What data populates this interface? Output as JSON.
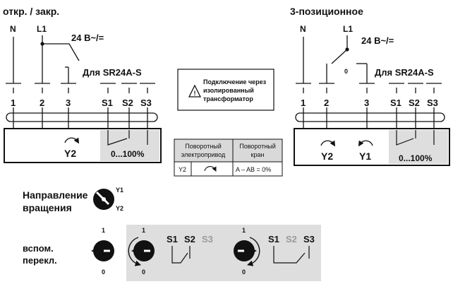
{
  "left": {
    "title": "откр. / закр.",
    "terminals_top": [
      "N",
      "L1"
    ],
    "supply": "24 B~/=",
    "device": "Для SR24A-S",
    "nums": [
      "1",
      "2",
      "3"
    ],
    "aux": [
      "S1",
      "S2",
      "S3"
    ],
    "y2": "Y2",
    "range": "0...100%"
  },
  "right": {
    "title": "3-позиционное",
    "terminals_top": [
      "N",
      "L1"
    ],
    "supply": "24 B~/=",
    "device": "Для SR24A-S",
    "zero": "0",
    "nums": [
      "1",
      "2",
      "3"
    ],
    "aux": [
      "S1",
      "S2",
      "S3"
    ],
    "y2": "Y2",
    "y1": "Y1",
    "range": "0...100%"
  },
  "warning": [
    "Подключение через",
    "изолированный",
    "трансформатор"
  ],
  "table": {
    "headers": [
      [
        "Поворотный",
        "электропривод"
      ],
      [
        "Поворотный",
        "кран"
      ]
    ],
    "row": {
      "label": "Y2",
      "value": "A – AB = 0%"
    }
  },
  "direction": {
    "label": [
      "Направление",
      "вращения"
    ],
    "y1": "Y1",
    "y2": "Y2"
  },
  "aux_switch": {
    "label": [
      "вспом.",
      "перекл."
    ],
    "top": "1",
    "bottom": "0",
    "s1": "S1",
    "s2": "S2",
    "s3": "S3"
  }
}
